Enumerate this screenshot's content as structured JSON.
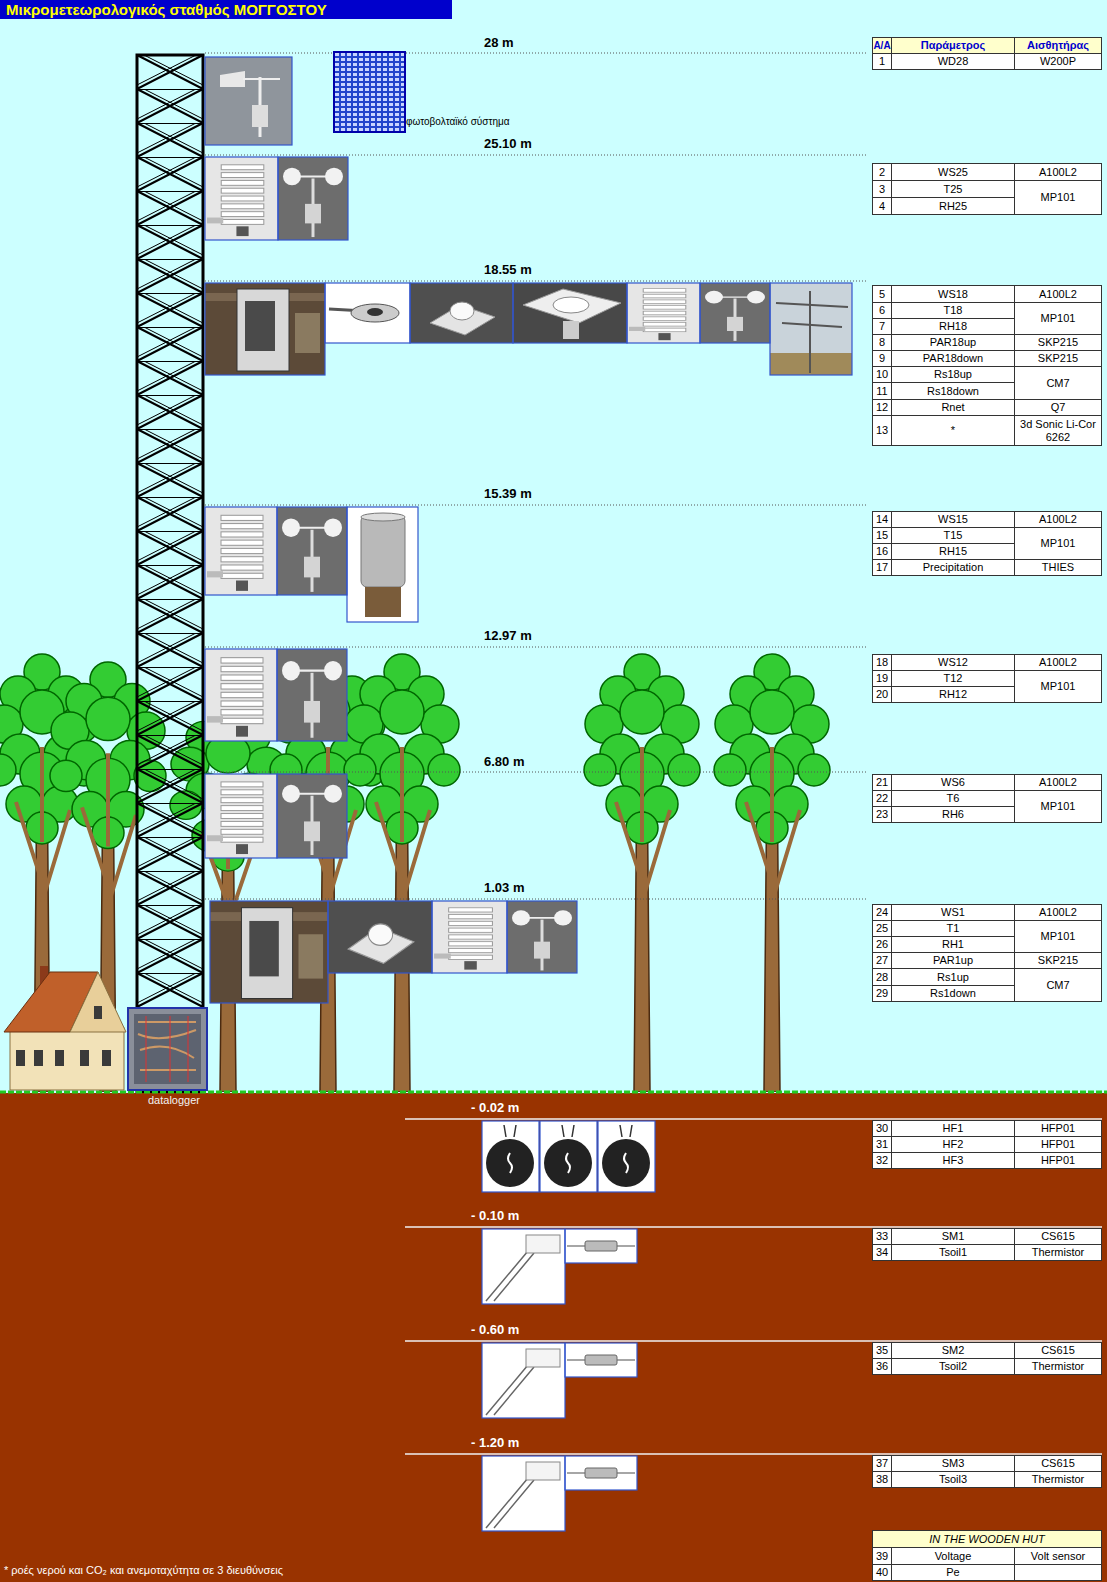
{
  "diagram": {
    "title": "Μικρομετεωρολογικός σταθμός ΜΟΓΓΟΣΤΟΥ",
    "labels": [
      "28 m",
      "φωτοβολταϊκό σύστημα",
      "25.10 m",
      "18.55 m",
      "15.39 m",
      "12.97 m",
      "6.80 m",
      "1.03 m",
      "datalogger",
      "- 0.02 m",
      "- 0.10 m",
      "- 0.60 m",
      "- 1.20 m",
      "* ροές νερού και CO₂ και ανεμοταχύτητα σε 3 διευθύνσεις",
      "A/A",
      "Παράμετρος",
      "Αισθητήρας",
      "1",
      "WD28",
      "W200P",
      "2",
      "WS25",
      "A100L2",
      "3",
      "T25",
      "MP101",
      "4",
      "RH25",
      "5",
      "WS18",
      "A100L2",
      "6",
      "T18",
      "MP101",
      "7",
      "RH18",
      "8",
      "PAR18up",
      "SKP215",
      "9",
      "PAR18down",
      "SKP215",
      "10",
      "Rs18up",
      "CM7",
      "11",
      "Rs18down",
      "12",
      "Rnet",
      "Q7",
      "13",
      "*",
      "3d Sonic Li-Cor 6262",
      "14",
      "WS15",
      "A100L2",
      "15",
      "T15",
      "MP101",
      "16",
      "RH15",
      "17",
      "Precipitation",
      "THIES",
      "18",
      "WS12",
      "A100L2",
      "19",
      "T12",
      "MP101",
      "20",
      "RH12",
      "21",
      "WS6",
      "A100L2",
      "22",
      "T6",
      "MP101",
      "23",
      "RH6",
      "24",
      "WS1",
      "A100L2",
      "25",
      "T1",
      "MP101",
      "26",
      "RH1",
      "27",
      "PAR1up",
      "SKP215",
      "28",
      "Rs1up",
      "CM7",
      "29",
      "Rs1down",
      "30",
      "HF1",
      "HFP01",
      "31",
      "HF2",
      "HFP01",
      "32",
      "HF3",
      "HFP01",
      "33",
      "SM1",
      "CS615",
      "34",
      "Tsoil1",
      "Thermistor",
      "35",
      "SM2",
      "CS615",
      "36",
      "Tsoil2",
      "Thermistor",
      "37",
      "SM3",
      "CS615",
      "38",
      "Tsoil3",
      "Thermistor",
      "IN THE WOODEN HUT",
      "39",
      "Voltage",
      "Volt sensor",
      "40",
      "Pe"
    ]
  }
}
